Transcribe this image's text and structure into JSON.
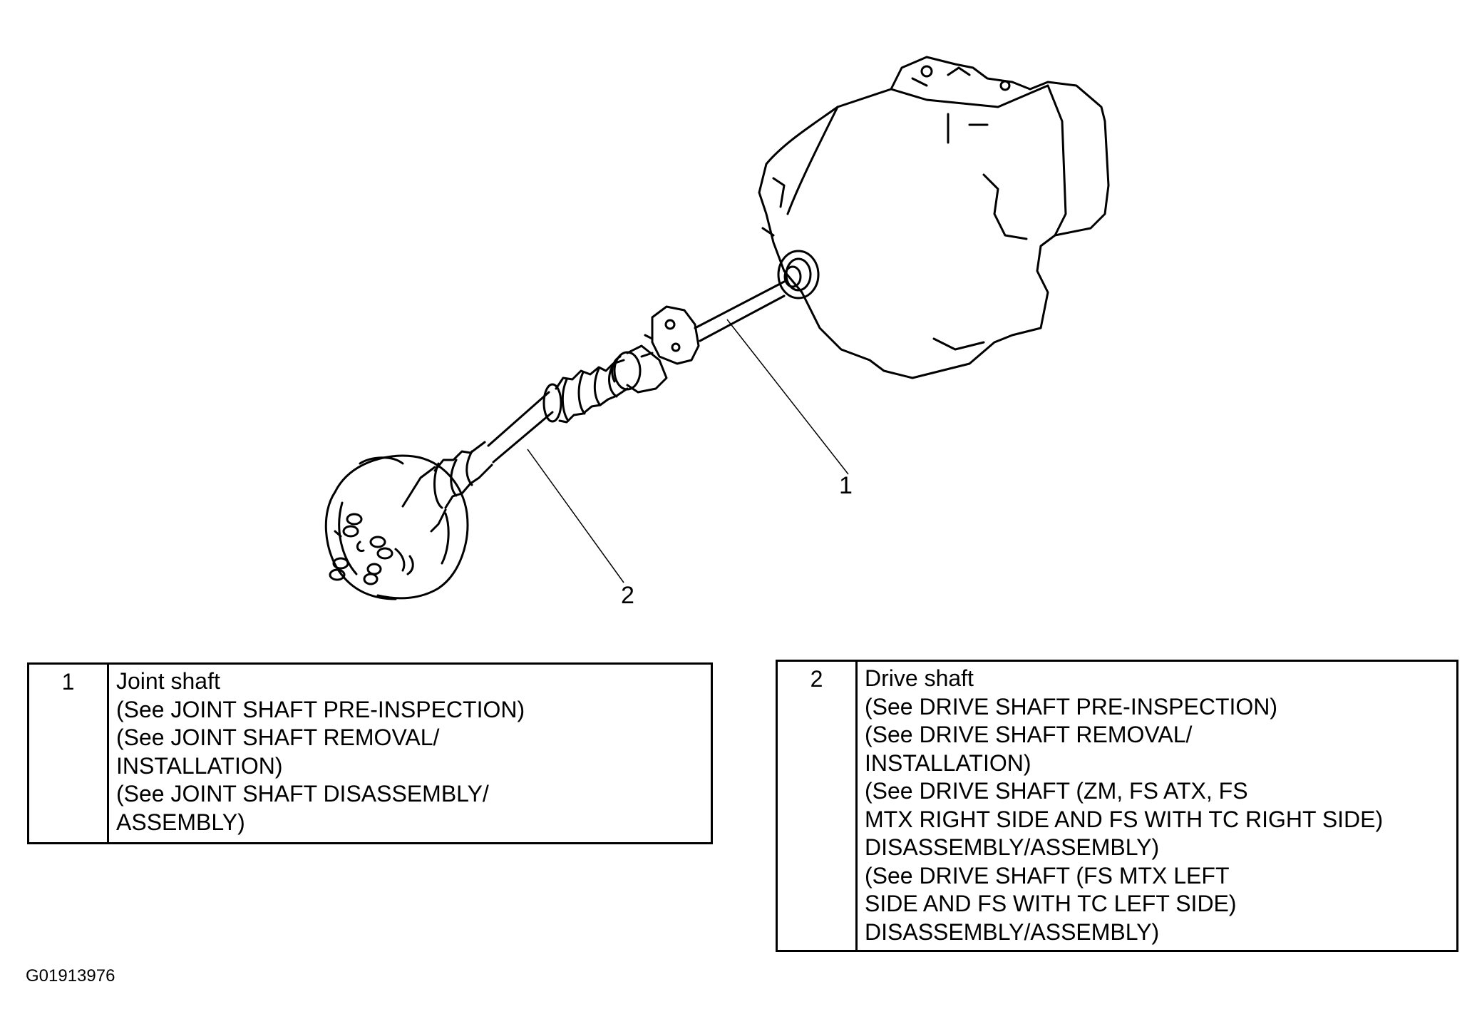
{
  "callouts": [
    {
      "label": "1"
    },
    {
      "label": "2"
    }
  ],
  "legend": [
    {
      "number": "1",
      "lines": [
        "Joint shaft",
        "(See JOINT SHAFT PRE-INSPECTION)",
        "(See JOINT SHAFT REMOVAL/",
        "INSTALLATION)",
        "(See JOINT SHAFT DISASSEMBLY/",
        "ASSEMBLY)"
      ]
    },
    {
      "number": "2",
      "lines": [
        "Drive shaft",
        "(See DRIVE SHAFT PRE-INSPECTION)",
        "(See DRIVE SHAFT REMOVAL/",
        "INSTALLATION)",
        "(See DRIVE SHAFT (ZM, FS ATX, FS",
        "MTX RIGHT SIDE AND FS WITH TC RIGHT SIDE)",
        "DISASSEMBLY/ASSEMBLY)",
        "(See DRIVE SHAFT (FS MTX LEFT",
        "SIDE AND FS WITH TC LEFT SIDE)",
        "DISASSEMBLY/ASSEMBLY)"
      ]
    }
  ],
  "figure_id": "G01913976"
}
